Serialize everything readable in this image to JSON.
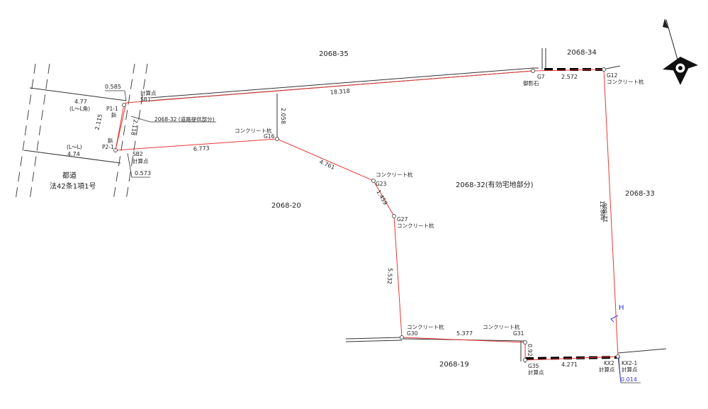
{
  "parcels": {
    "p2068_35": "2068-35",
    "p2068_34": "2068-34",
    "p2068_33": "2068-33",
    "p2068_20": "2068-20",
    "p2068_19": "2068-19",
    "p2068_32_main": "2068-32(有効宅地部分)",
    "p2068_32_road": "2068-32 (道路提供部分)"
  },
  "road": {
    "name": "都道",
    "law": "法42条1項1号"
  },
  "points": {
    "p1_1": {
      "id": "P1-1",
      "type": "鋲"
    },
    "p2_1": {
      "id": "P2-1",
      "type": "鋲"
    },
    "sb1": {
      "id": "SB1",
      "type": "計算点"
    },
    "sb2": {
      "id": "SB2",
      "type": "計算点"
    },
    "g7": {
      "id": "G7",
      "type": "御影石"
    },
    "g12": {
      "id": "G12",
      "type": "コンクリート杭"
    },
    "g16": {
      "id": "G16",
      "type": "コンクリート杭"
    },
    "g23": {
      "id": "G23",
      "type": "コンクリート杭"
    },
    "g27": {
      "id": "G27",
      "type": "コンクリート杭"
    },
    "g30": {
      "id": "G30",
      "type": "コンクリート杭"
    },
    "g31": {
      "id": "G31",
      "type": "コンクリート杭"
    },
    "g35": {
      "id": "G35",
      "type": "計算点"
    },
    "kx2": {
      "id": "KX2",
      "type": "計算点"
    },
    "kx2_1": {
      "id": "KX2-1",
      "type": "計算点"
    }
  },
  "distances": {
    "sb1_g7": "18.318",
    "g7_g12": "2.572",
    "g12_kx2": "12.888",
    "kx2_g35": "4.271",
    "g35_g31": "0.924",
    "g31_g30": "5.377",
    "g30_g27": "5.532",
    "g27_g23": "1.459",
    "g23_g16": "4.761",
    "g16_sb2": "6.773",
    "g16_up": "2.058",
    "p1_sb1": "0.585",
    "p2_sb2": "0.573",
    "p1_p2": "2.115",
    "sb1_sb2": "2.118",
    "kx2_offset": "0.014",
    "road_top": "4.77",
    "road_top_note": "(L～L角)",
    "road_bottom": "4.74",
    "road_bottom_note": "(L～L)"
  },
  "markers": {
    "h": "H"
  },
  "icons": {
    "north": "north-arrow-icon"
  },
  "colors": {
    "boundary": "#e53935",
    "line": "#333333",
    "offset": "#3a3ad0"
  }
}
